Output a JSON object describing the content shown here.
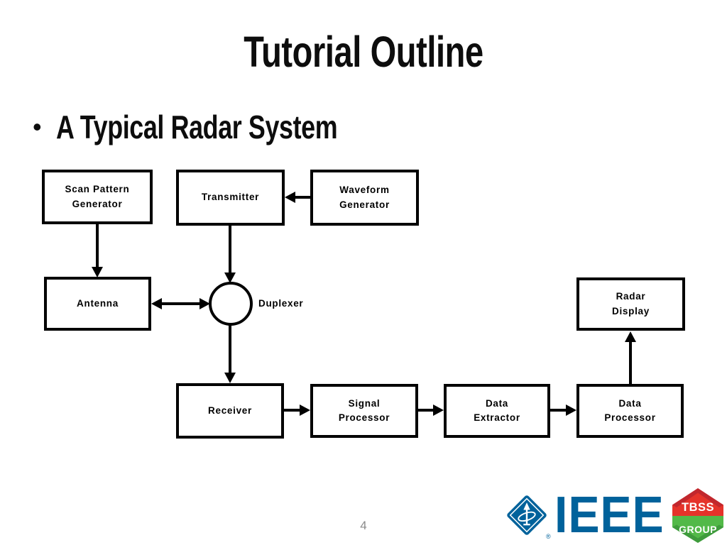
{
  "slide": {
    "title": "Tutorial Outline",
    "bullet_marker": "•",
    "bullet_text": "A Typical Radar System",
    "page_number": "4"
  },
  "diagram": {
    "blocks": {
      "scan_pattern_generator": "Scan Pattern\nGenerator",
      "transmitter": "Transmitter",
      "waveform_generator": "Waveform\nGenerator",
      "antenna": "Antenna",
      "duplexer": "Duplexer",
      "radar_display": "Radar\nDisplay",
      "receiver": "Receiver",
      "signal_processor": "Signal\nProcessor",
      "data_extractor": "Data\nExtractor",
      "data_processor": "Data\nProcessor"
    },
    "connections": [
      "Waveform Generator -> Transmitter",
      "Scan Pattern Generator -> Antenna",
      "Transmitter -> Duplexer",
      "Antenna <-> Duplexer",
      "Duplexer -> Receiver",
      "Receiver -> Signal Processor",
      "Signal Processor -> Data Extractor",
      "Data Extractor -> Data Processor",
      "Data Processor -> Radar Display"
    ]
  },
  "footer": {
    "ieee_text": "IEEE",
    "ieee_registered": "®",
    "tbss_top": "TBSS",
    "tbss_bottom": "GROUP",
    "colors": {
      "ieee_blue": "#00629B",
      "tbss_red": "#E5332A",
      "tbss_dark_red": "#C1272D",
      "tbss_green": "#52B948",
      "tbss_dark_green": "#3E9B3C",
      "line_black": "#000000",
      "page_number_gray": "#8A8A8A"
    }
  }
}
